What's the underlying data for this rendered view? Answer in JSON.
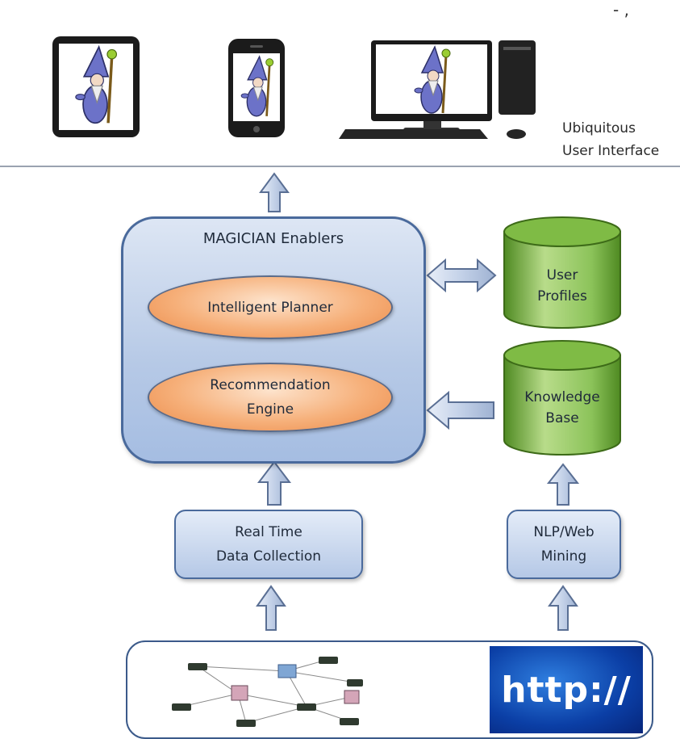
{
  "top_right_mark": "- ,",
  "devices": [
    {
      "name": "tablet"
    },
    {
      "name": "smartphone"
    },
    {
      "name": "desktop-computer"
    }
  ],
  "ui_label": {
    "line1": "Ubiquitous",
    "line2": "User Interface"
  },
  "enablers": {
    "title": "MAGICIAN Enablers",
    "components": [
      {
        "line1": "Intelligent Planner",
        "line2": ""
      },
      {
        "line1": "Recommendation",
        "line2": "Engine"
      }
    ]
  },
  "databases": [
    {
      "line1": "User",
      "line2": "Profiles"
    },
    {
      "line1": "Knowledge",
      "line2": "Base"
    }
  ],
  "collectors": [
    {
      "line1": "Real Time",
      "line2": "Data Collection"
    },
    {
      "line1": "NLP/Web",
      "line2": "Mining"
    }
  ],
  "sources": {
    "web_text": "http://"
  },
  "colors": {
    "box_border": "#4a6a9c",
    "db_green": "#6fa83a",
    "oval_orange": "#f3a468",
    "arrow_fill": "#c9d6ea"
  }
}
